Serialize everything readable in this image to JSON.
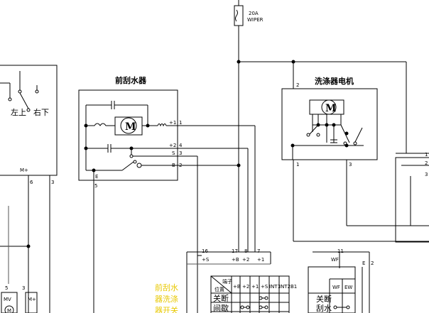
{
  "fuse": {
    "rating": "20A",
    "name": "WIPER"
  },
  "left_switch": {
    "label_left": "左上",
    "label_right": "右下",
    "term_mplus": "M+",
    "term_6": "6",
    "term_3": "3"
  },
  "front_wiper": {
    "title": "前刮水器",
    "motor": "M",
    "pin_plus1": "+1",
    "pin_plus1_no": "1",
    "pin_plus2": "+2",
    "pin_plus2_no": "4",
    "pin_s": "S",
    "pin_s_no": "3",
    "pin_b": "B",
    "pin_b_no": "2",
    "pin_e": "E",
    "pin_e_no": "5"
  },
  "washer_motor": {
    "title": "洗涤器电机",
    "motor": "M",
    "term_2": "2",
    "term_1": "1",
    "term_3": "3"
  },
  "connector_labels": {
    "c16": "16",
    "c16s": "+S",
    "c17": "17",
    "c17s": "+B",
    "c8": "8",
    "c8s": "+2",
    "c7": "7",
    "c7s": "+1",
    "c11": "11",
    "c11s": "WF",
    "cE": "E",
    "c2": "2"
  },
  "bottom_left": {
    "t5": "5",
    "t3": "3",
    "mv": "MV",
    "mplus": "M+",
    "motor": "M"
  },
  "right_edge": {
    "t1": "1",
    "t2": "2",
    "t3": "3"
  },
  "yellow_notes": [
    "前刮水",
    "器洗涤",
    "器开关"
  ],
  "switch_table": {
    "header_terminal": "端子",
    "header_position": "位置",
    "cols": [
      "+B",
      "+2",
      "+1",
      "+S",
      "INT1",
      "INT2",
      "B1"
    ],
    "row1": "关断",
    "row2": "间歇"
  },
  "washer_table": {
    "cols": [
      "WF",
      "EW"
    ],
    "row1": "关断",
    "row2": "刮水"
  }
}
